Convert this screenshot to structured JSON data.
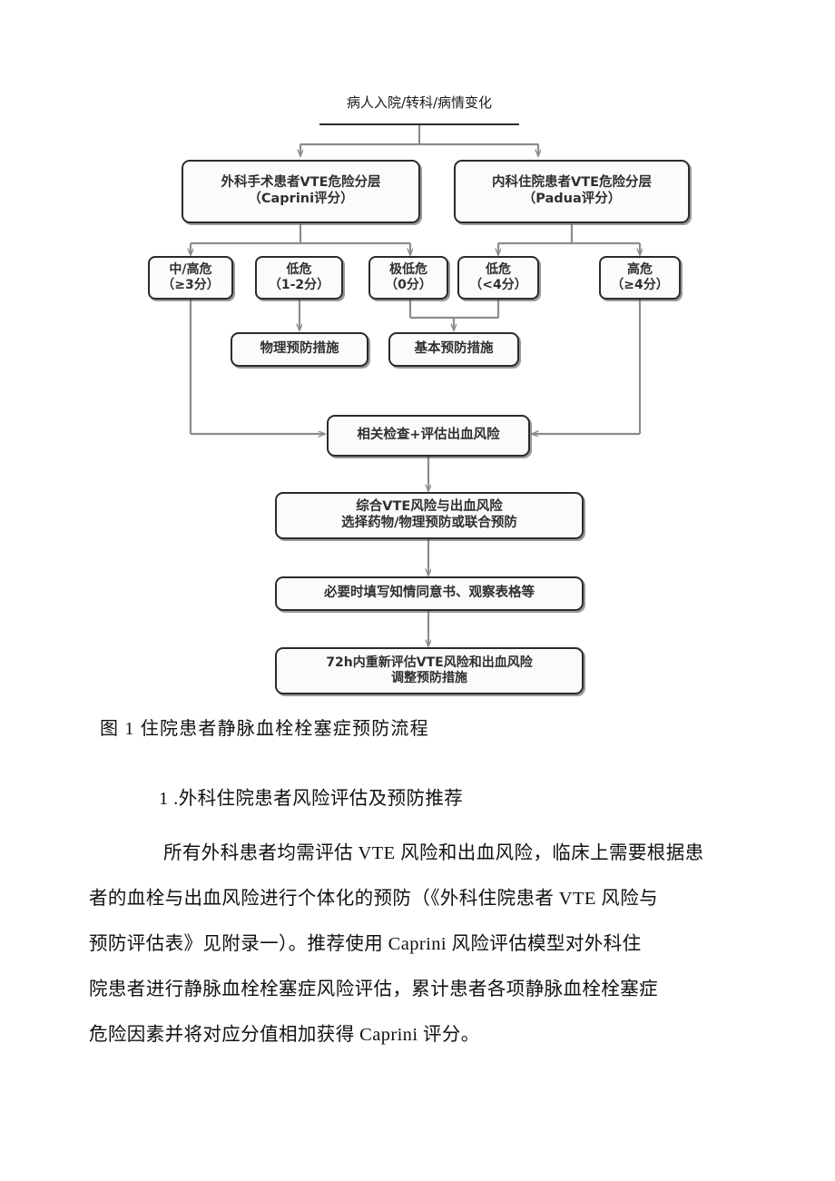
{
  "document": {
    "figure_caption": "图 1  住院患者静脉血栓栓塞症预防流程",
    "section_heading": "1 .外科住院患者风险评估及预防推荐",
    "paragraph_lines": [
      "所有外科患者均需评估 VTE 风险和出血风险，临床上需要根据患",
      "者的血栓与出血风险进行个体化的预防（《外科住院患者 VTE 风险与",
      "预防评估表》见附录一）。推荐使用 Caprini 风险评估模型对外科住",
      "院患者进行静脉血栓栓塞症风险评估，累计患者各项静脉血栓栓塞症",
      "危险因素并将对应分值相加获得 Caprini 评分。"
    ]
  },
  "chart_data": {
    "type": "diagram",
    "title": "住院患者静脉血栓栓塞症预防流程",
    "nodes": [
      {
        "id": "start",
        "label": "病人入院/转科/病情变化"
      },
      {
        "id": "surg",
        "label": "外科手术患者VTE危险分层\n（Caprini评分）"
      },
      {
        "id": "med",
        "label": "内科住院患者VTE危险分层\n（Padua评分）"
      },
      {
        "id": "risk_mh",
        "label": "中/高危\n（≥3分）"
      },
      {
        "id": "risk_low",
        "label": "低危\n（1-2分）"
      },
      {
        "id": "risk_vlow",
        "label": "极低危\n（0分）"
      },
      {
        "id": "risk_low4",
        "label": "低危\n（<4分）"
      },
      {
        "id": "risk_high",
        "label": "高危\n（≥4分）"
      },
      {
        "id": "mech",
        "label": "物理预防措施"
      },
      {
        "id": "basic",
        "label": "基本预防措施"
      },
      {
        "id": "assess",
        "label": "相关检查+评估出血风险"
      },
      {
        "id": "combine",
        "label": "综合VTE风险与出血风险\n选择药物/物理预防或联合预防"
      },
      {
        "id": "consent",
        "label": "必要时填写知情同意书、观察表格等"
      },
      {
        "id": "reassess",
        "label": "72h内重新评估VTE风险和出血风险\n调整预防措施"
      }
    ],
    "edges": [
      {
        "from": "start",
        "to": "surg"
      },
      {
        "from": "start",
        "to": "med"
      },
      {
        "from": "surg",
        "to": "risk_mh"
      },
      {
        "from": "surg",
        "to": "risk_vlow"
      },
      {
        "from": "med",
        "to": "risk_low4"
      },
      {
        "from": "med",
        "to": "risk_high"
      },
      {
        "from": "risk_low",
        "to": "mech"
      },
      {
        "from": "risk_vlow",
        "to": "basic"
      },
      {
        "from": "risk_low4",
        "to": "basic"
      },
      {
        "from": "risk_mh",
        "to": "assess"
      },
      {
        "from": "risk_high",
        "to": "assess"
      },
      {
        "from": "assess",
        "to": "combine"
      },
      {
        "from": "combine",
        "to": "consent"
      },
      {
        "from": "consent",
        "to": "reassess"
      }
    ],
    "colors": {
      "node_border": "#2b2b2b",
      "node_fill": "#fbfbfb",
      "connector": "#8c8c8c"
    }
  }
}
